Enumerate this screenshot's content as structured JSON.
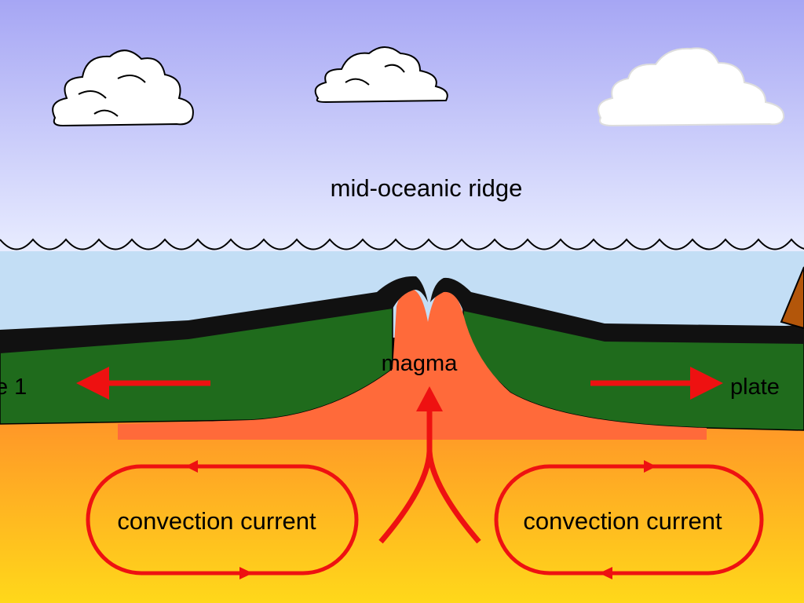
{
  "labels": {
    "ridge": "mid-oceanic ridge",
    "magma": "magma",
    "plate_left": "e 1",
    "plate_right": "plate",
    "convection_left": "convection current",
    "convection_right": "convection current"
  },
  "colors": {
    "sky_top": "#a6a6f4",
    "sky_bottom": "#e8ecff",
    "sea": "#c3def5",
    "crust": "#111111",
    "plate": "#1f6b1c",
    "magma": "#ff6a3a",
    "mantle_top": "#ff8c2a",
    "mantle_bottom": "#ffd81a",
    "arrow": "#ee1111",
    "continent": "#b3560a"
  }
}
